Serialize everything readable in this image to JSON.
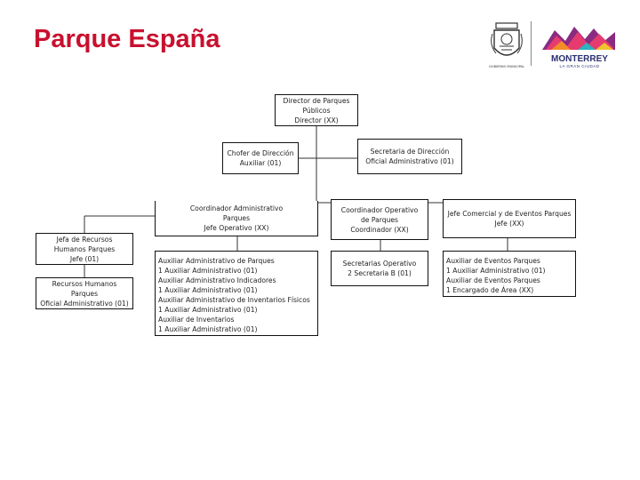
{
  "title": "Parque España",
  "logos": {
    "seal_caption": "GOBIERNO MUNICIPAL",
    "city_name": "MONTERREY",
    "city_tagline": "LA GRAN CIUDAD"
  },
  "org": {
    "director": [
      "Director de Parques",
      "Públicos",
      "Director (XX)"
    ],
    "chofer": [
      "Chofer de Dirección",
      "Auxiliar (01)"
    ],
    "secretaria": [
      "Secretaria de Dirección",
      "Oficial Administrativo (01)"
    ],
    "coord_admin": [
      "Coordinador Administrativo",
      "Parques",
      "Jefe Operativo (XX)"
    ],
    "coord_oper": [
      "Coordinador Operativo",
      "de Parques",
      "Coordinador (XX)"
    ],
    "jefe_comercial": [
      "Jefe Comercial y de Eventos Parques",
      "Jefe (XX)"
    ],
    "jefa_rrhh": [
      "Jefa de Recursos",
      "Humanos Parques",
      "Jefe (01)"
    ],
    "rrhh": [
      "Recursos Humanos",
      "Parques",
      "Oficial Administrativo (01)"
    ],
    "aux_admin": [
      "Auxiliar Administrativo de Parques",
      "1 Auxiliar Administrativo (01)",
      "Auxiliar Administrativo Indicadores",
      "1 Auxiliar Administrativo (01)",
      "Auxiliar Administrativo de Inventarios Físicos",
      "1 Auxiliar Administrativo (01)",
      "Auxiliar de Inventarios",
      "1 Auxiliar Administrativo (01)"
    ],
    "secretarias": [
      "Secretarias Operativo",
      "2 Secretaria B (01)"
    ],
    "aux_eventos": [
      "Auxiliar de Eventos Parques",
      "1 Auxiliar Administrativo (01)",
      "Auxiliar de Eventos Parques",
      "1 Encargado de Área (XX)"
    ]
  }
}
